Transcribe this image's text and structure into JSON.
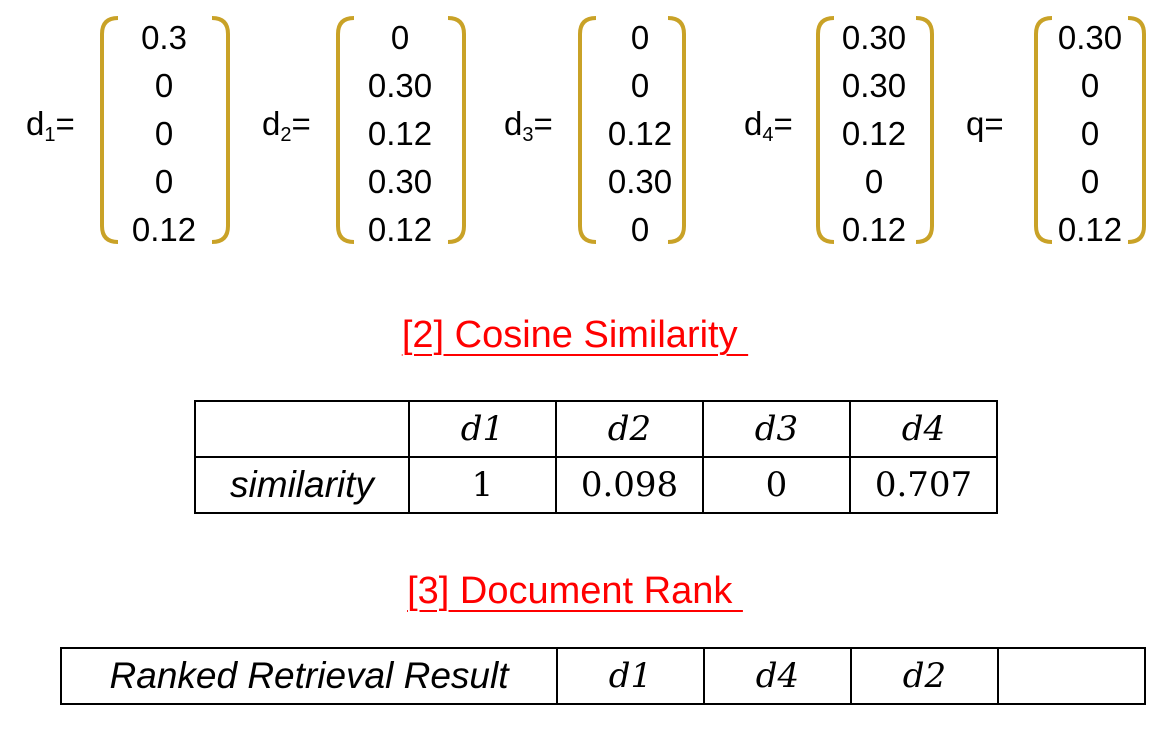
{
  "vectors": [
    {
      "name": "d",
      "sub": "1",
      "values": [
        "0.3",
        "0",
        "0",
        "0",
        "0.12"
      ]
    },
    {
      "name": "d",
      "sub": "2",
      "values": [
        "0",
        "0.30",
        "0.12",
        "0.30",
        "0.12"
      ]
    },
    {
      "name": "d",
      "sub": "3",
      "values": [
        "0",
        "0",
        "0.12",
        "0.30",
        "0"
      ]
    },
    {
      "name": "d",
      "sub": "4",
      "values": [
        "0.30",
        "0.30",
        "0.12",
        "0",
        "0.12"
      ]
    },
    {
      "name": "q",
      "sub": "",
      "values": [
        "0.30",
        "0",
        "0",
        "0",
        "0.12"
      ]
    }
  ],
  "equals": "=",
  "bracket_color": "#c9a227",
  "heading_color": "#ff0000",
  "section2": {
    "title": "[2] Cosine Similarity ",
    "header": [
      "",
      "d1",
      "d2",
      "d3",
      "d4"
    ],
    "row_label": "similarity",
    "values": [
      "1",
      "0.098",
      "0",
      "0.707"
    ]
  },
  "section3": {
    "title": "[3] Document Rank ",
    "row_label": "Ranked Retrieval Result",
    "values": [
      "d1",
      "d4",
      "d2",
      ""
    ]
  }
}
